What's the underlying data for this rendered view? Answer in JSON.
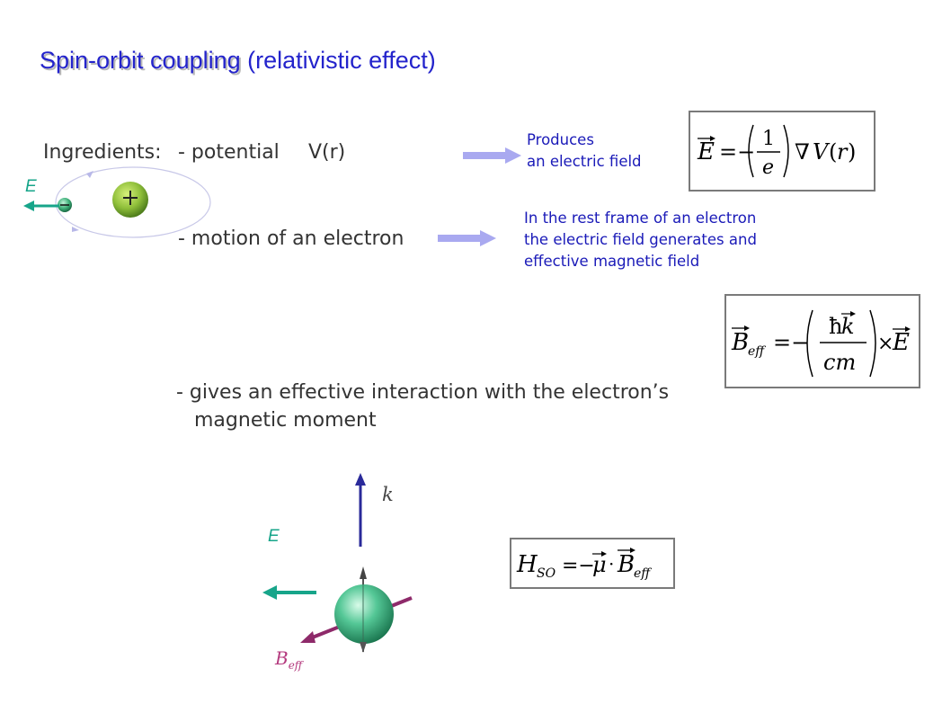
{
  "title": {
    "highlight": "Spin-orbit coupling",
    "rest": "(relativistic effect)"
  },
  "ingredients": {
    "label": "Ingredients:",
    "potential": "- potential",
    "potential_symbol": "V(r)",
    "motion": "-  motion of an electron",
    "interaction_line1": "- gives an effective interaction with the electron’s",
    "interaction_line2": "magnetic moment"
  },
  "notes": {
    "produces_line1": "Produces",
    "produces_line2": "an electric field",
    "rest_frame_line1": "In the rest frame of an electron",
    "rest_frame_line2": "the electric field generates and",
    "rest_frame_line3": "effective magnetic field"
  },
  "diagram_labels": {
    "E_top": "E",
    "E_bottom": "E",
    "k": "k",
    "B": "B",
    "B_sub": "eff"
  },
  "equations": {
    "electric_field": "E = −(1/e) ∇V(r)",
    "effective_B": "B_eff = −(ħk / cm) × E",
    "hamiltonian": "H_SO = −μ · B_eff"
  },
  "colors": {
    "title_blue": "#2424cc",
    "note_blue": "#1a1ab8",
    "arrow_lavender": "#a9a9f0",
    "green_arrow": "#17a58a",
    "k_arrow": "#2a2a9a",
    "b_arrow": "#8e2a6a"
  }
}
